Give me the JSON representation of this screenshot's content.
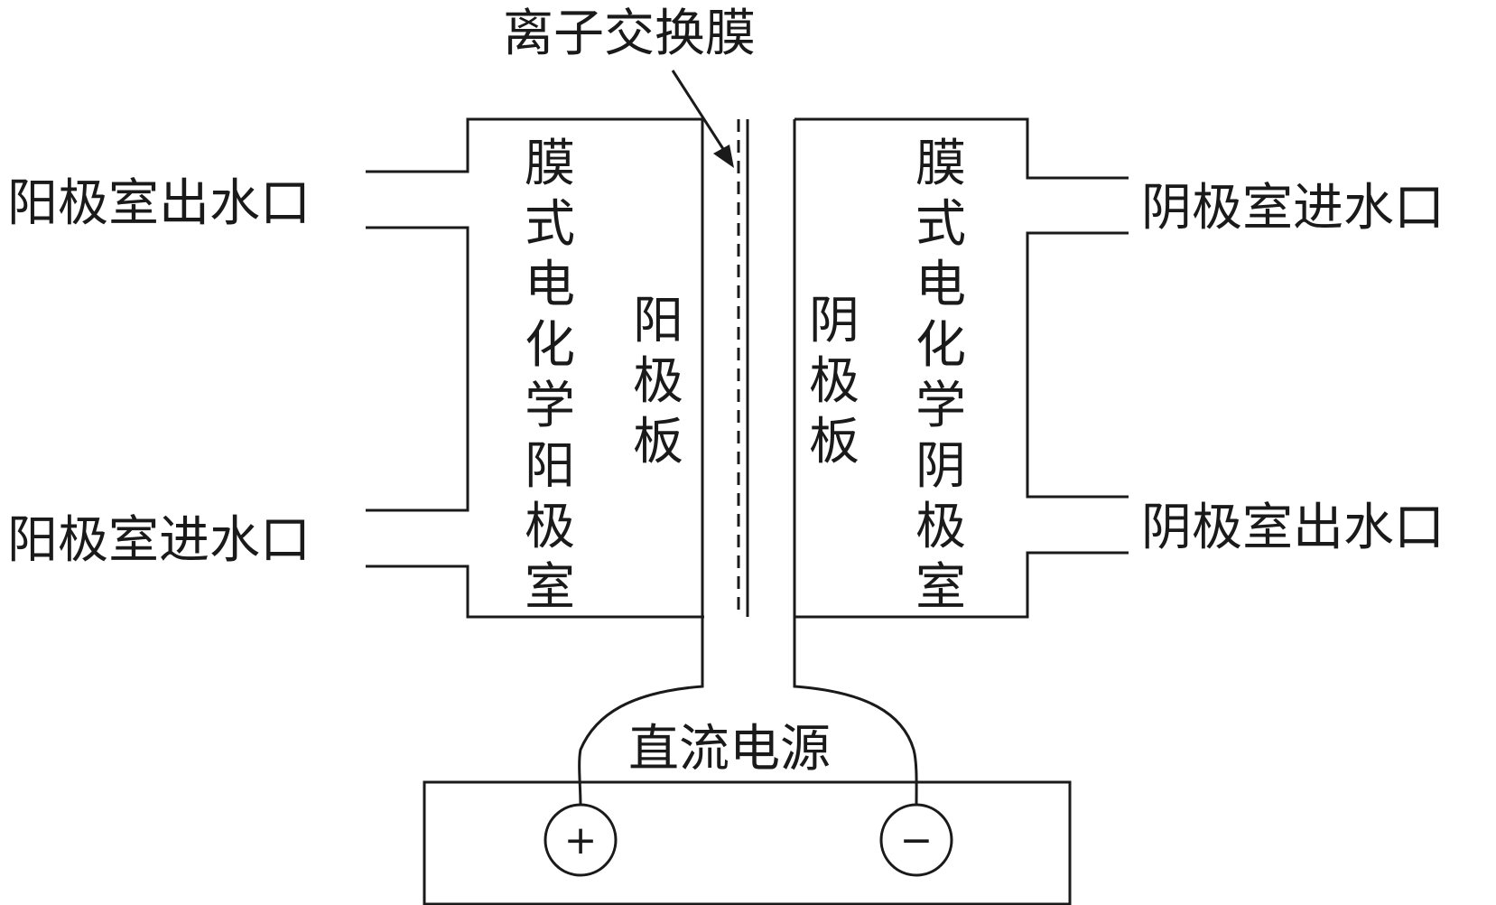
{
  "diagram": {
    "membrane_label": "离子交换膜",
    "anode_outlet_label": "阳极室出水口",
    "anode_inlet_label": "阳极室进水口",
    "cathode_inlet_label": "阴极室进水口",
    "cathode_outlet_label": "阴极室出水口",
    "anode_chamber_label": "膜式电化学阳极室",
    "cathode_chamber_label": "膜式电化学阴极室",
    "anode_plate_label": "阳极板",
    "cathode_plate_label": "阴极板",
    "power_supply_label": "直流电源",
    "positive_terminal": "+",
    "negative_terminal": "−"
  }
}
